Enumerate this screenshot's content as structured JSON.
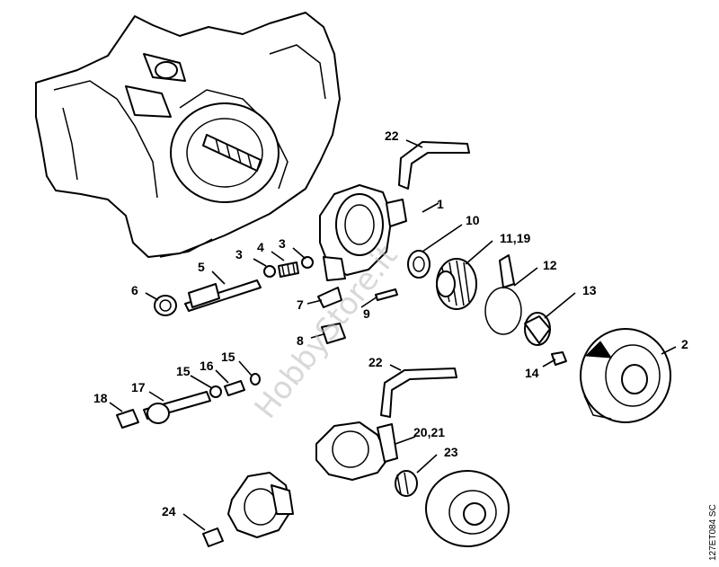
{
  "callouts": [
    {
      "id": "c22a",
      "text": "22"
    },
    {
      "id": "c1",
      "text": "1"
    },
    {
      "id": "c10",
      "text": "10"
    },
    {
      "id": "c1119",
      "text": "11,19"
    },
    {
      "id": "c12",
      "text": "12"
    },
    {
      "id": "c13",
      "text": "13"
    },
    {
      "id": "c2",
      "text": "2"
    },
    {
      "id": "c14",
      "text": "14"
    },
    {
      "id": "c3a",
      "text": "3"
    },
    {
      "id": "c4",
      "text": "4"
    },
    {
      "id": "c3b",
      "text": "3"
    },
    {
      "id": "c5",
      "text": "5"
    },
    {
      "id": "c6",
      "text": "6"
    },
    {
      "id": "c7",
      "text": "7"
    },
    {
      "id": "c8",
      "text": "8"
    },
    {
      "id": "c9",
      "text": "9"
    },
    {
      "id": "c22b",
      "text": "22"
    },
    {
      "id": "c15a",
      "text": "15"
    },
    {
      "id": "c16",
      "text": "16"
    },
    {
      "id": "c15b",
      "text": "15"
    },
    {
      "id": "c17",
      "text": "17"
    },
    {
      "id": "c18",
      "text": "18"
    },
    {
      "id": "c2021",
      "text": "20,21"
    },
    {
      "id": "c23",
      "text": "23"
    },
    {
      "id": "c24",
      "text": "24"
    }
  ],
  "watermark": "HobbyStore.it",
  "doc_ref": "127ET084 SC"
}
